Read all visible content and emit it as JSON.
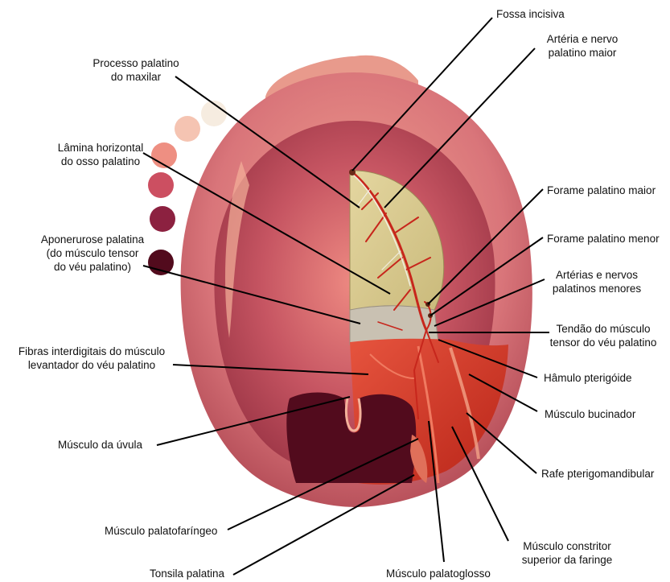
{
  "labels": {
    "fossa_incisiva": "Fossa incisiva",
    "arteria_nervo_palatino_maior": "Artéria e nervo\npalatino maior",
    "processo_palatino": "Processo palatino\ndo maxilar",
    "lamina_horizontal": "Lâmina horizontal\ndo osso palatino",
    "aponeurose": "Aponerurose palatina\n(do músculo tensor\ndo véu palatino)",
    "forame_palatino_maior": "Forame palatino maior",
    "forame_palatino_menor": "Forame palatino menor",
    "arterias_nervos_menores": "Artérias e nervos\npalatinos menores",
    "tendao_tensor": "Tendão do músculo\ntensor do véu palatino",
    "fibras_levantador": "Fibras interdigitais do músculo\nlevantador do véu palatino",
    "hamulo": "Hâmulo pterigóide",
    "bucinador": "Músculo bucinador",
    "uvula": "Músculo da úvula",
    "rafe": "Rafe pterigomandibular",
    "palatofaringeo": "Músculo palatofaríngeo",
    "constritor": "Músculo constritor\nsuperior da faringe",
    "tonsila": "Tonsila palatina",
    "palatoglosso": "Músculo palatoglosso"
  },
  "swatch_colors": [
    "#f6ece0",
    "#f5c4b2",
    "#ee8f82",
    "#cc4f61",
    "#8c2140",
    "#520b1d"
  ],
  "colors": {
    "outer_rim": "#d4696e",
    "gum_light": "#f0a089",
    "palate_dark": "#a3424c",
    "bone": "#d9cb8f",
    "aponeurosis": "#c6bfb1",
    "muscle": "#d9372a",
    "artery": "#c7261c",
    "uvula_dark": "#520b1d"
  }
}
